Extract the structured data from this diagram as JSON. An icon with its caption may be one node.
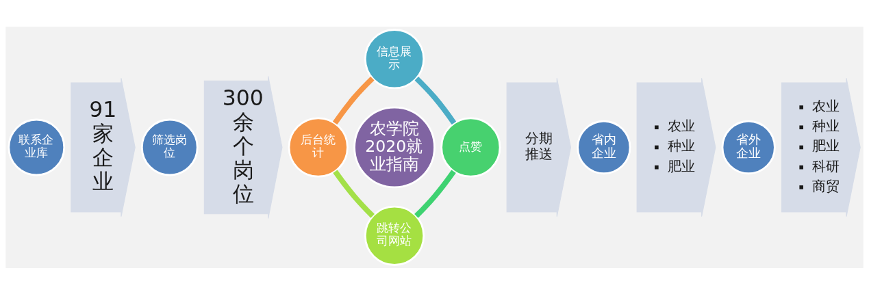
{
  "diagram": {
    "nodes": [
      {
        "text": [
          "联系企业库"
        ]
      },
      {
        "text": [
          "91家企业"
        ]
      },
      {
        "text": [
          "筛选岗位"
        ]
      },
      {
        "text": [
          "300余个岗位"
        ]
      },
      {
        "text": [
          "后台统计"
        ]
      },
      {
        "text": [
          "信息展示"
        ]
      },
      {
        "text": [
          "农学院2020就业指南"
        ]
      },
      {
        "text": [
          "跳转公司网站"
        ]
      },
      {
        "text": [
          "点赞"
        ]
      },
      {
        "text": [
          "分期推送"
        ]
      },
      {
        "text": [
          "省内企业"
        ]
      },
      {
        "text": [
          "农业",
          "种业",
          "肥业"
        ]
      },
      {
        "text": [
          "省外企业"
        ]
      },
      {
        "text": [
          "农业",
          "种业",
          "肥业",
          "科研",
          "商贸"
        ]
      }
    ],
    "edges": [
      {
        "from": 4,
        "to": 5,
        "arrow": "none",
        "color": "#f79646"
      },
      {
        "from": 5,
        "to": 8,
        "arrow": "none",
        "color": "#4bacc6"
      },
      {
        "from": 8,
        "to": 7,
        "arrow": "none",
        "color": "#3ed271"
      },
      {
        "from": 7,
        "to": 4,
        "arrow": "none",
        "color": "#a3e048"
      }
    ]
  }
}
